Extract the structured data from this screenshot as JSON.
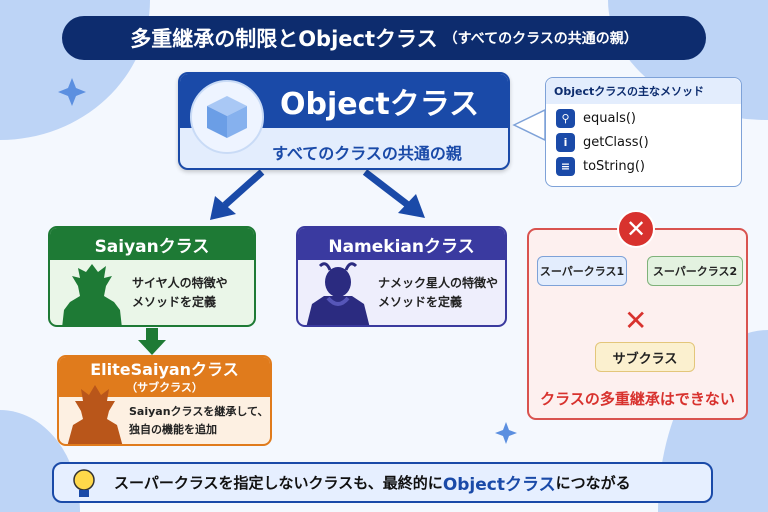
{
  "title": {
    "main": "多重継承の制限とObjectクラス",
    "sub": "（すべてのクラスの共通の親）"
  },
  "object_class": {
    "name": "Objectクラス",
    "subtitle": "すべてのクラスの共通の親",
    "icon": "cube-icon"
  },
  "methods": {
    "heading": "Objectクラスの主なメソッド",
    "items": [
      {
        "icon": "search-icon",
        "label": "equals()"
      },
      {
        "icon": "info-icon",
        "label": "getClass()"
      },
      {
        "icon": "document-icon",
        "label": "toString()"
      }
    ]
  },
  "saiyan": {
    "title": "Saiyanクラス",
    "desc1": "サイヤ人の特徴や",
    "desc2": "メソッドを定義"
  },
  "namekian": {
    "title": "Namekianクラス",
    "desc1": "ナメック星人の特徴や",
    "desc2": "メソッドを定義"
  },
  "elite": {
    "title": "EliteSaiyanクラス",
    "note": "（サブクラス）",
    "desc1": "Saiyanクラスを継承して、",
    "desc2": "独自の機能を追加"
  },
  "multiple": {
    "super1": "スーパークラス1",
    "super2": "スーパークラス2",
    "sub": "サブクラス",
    "caption": "クラスの多重継承はできない"
  },
  "bottom": {
    "pre": "スーパークラスを指定しないクラスも、最終的に",
    "highlight": "Objectクラス",
    "post": "につながる"
  },
  "colors": {
    "navy": "#0d2c6e",
    "blue": "#1a4aa8",
    "green": "#1e7a35",
    "purple": "#3a3aa0",
    "orange": "#e07b1c",
    "red": "#d8322e"
  }
}
